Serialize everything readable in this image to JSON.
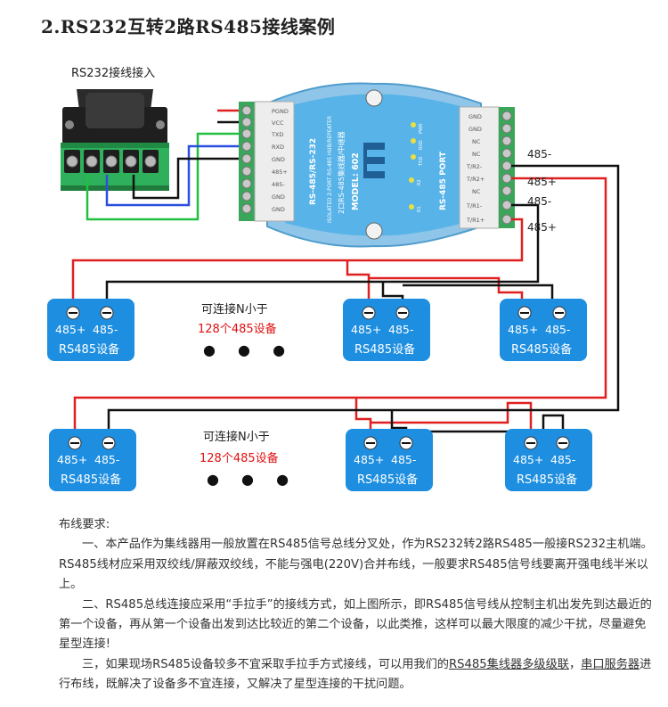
{
  "title": "2.RS232互转2路RS485接线案例",
  "rs232_label": "RS232接线接入",
  "hub": {
    "left_terminals": [
      "PGND",
      "VCC",
      "TXD",
      "RXD",
      "GND",
      "485+",
      "485-",
      "GND",
      "GND"
    ],
    "right_terminals": [
      "GND",
      "GND",
      "NC",
      "NC",
      "T/R2-",
      "T/R2+",
      "NC",
      "T/R1-",
      "T/R1+"
    ],
    "side_left": "RS-485/RS-232",
    "isolated_text": "ISOLATED 2-PORT RS-485 HUB/REPEATER",
    "model_cn": "2口RS-485集线器/中继器",
    "model": "MODEL: 602",
    "side_right": "RS-485 PORT",
    "leds": [
      "PWR",
      "RXD",
      "TXD"
    ],
    "led_r": [
      "R2",
      "R1"
    ]
  },
  "wire_labels": {
    "l1": "485-",
    "l2": "485+",
    "l3": "485-",
    "l4": "485+"
  },
  "device": {
    "plus": "485+",
    "minus": "485-",
    "name": "RS485设备"
  },
  "connect_note": {
    "line1": "可连接N小于",
    "line2": "128个485设备"
  },
  "dots": "● ● ●",
  "notes": {
    "heading": "布线要求:",
    "p1": "一、本产品作为集线器用一般放置在RS485信号总线分叉处，作为RS232转2路RS485一般接RS232主机端。RS485线材应采用双绞线/屏蔽双绞线，不能与强电(220V)合并布线，一般要求RS485信号线要离开强电线半米以上。",
    "p2": "二、RS485总线连接应采用“手拉手”的接线方式，如上图所示，即RS485信号线从控制主机出发先到达最近的第一个设备，再从第一个设备出发到达比较近的第二个设备，以此类推，这样可以最大限度的减少干扰，尽量避免星型连接!",
    "p3_a": "三，如果现场RS485设备较多不宜采取手拉手方式接线，可以用我们的",
    "p3_link1": "RS485集线器多级级联",
    "p3_sep": "，",
    "p3_link2": "串口服务器",
    "p3_b": "进行布线，既解决了设备多不宜连接，又解决了星型连接的干扰问题。"
  },
  "colors": {
    "device_blue": "#1e8ee0",
    "wire_red": "#e02020",
    "wire_black": "#111111",
    "wire_green": "#22c040",
    "wire_blue": "#2a4ee0",
    "hub_blue": "#57b3e8",
    "terminal_green": "#3aa65a"
  }
}
